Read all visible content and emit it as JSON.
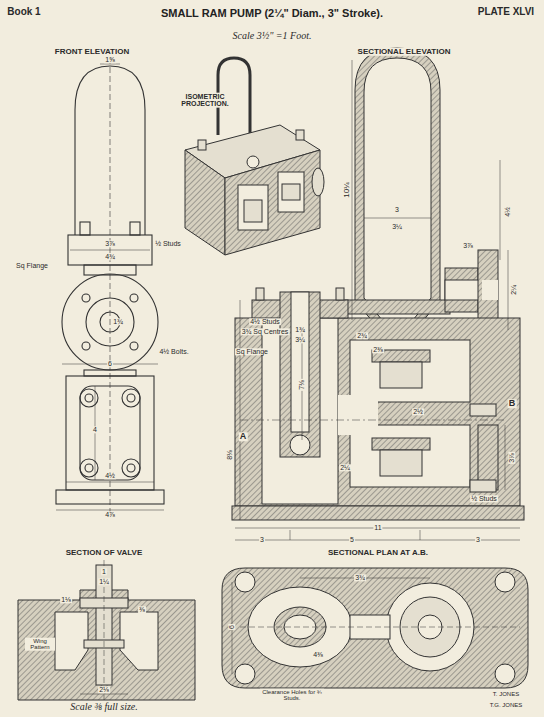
{
  "diagram": {
    "title": "SMALL RAM PUMP (2¼\" Diam., 3\" Stroke).",
    "labels": [
      "Book 1",
      "PLATE XLVI",
      "Scale 3½\" =1 Foot.",
      "FRONT ELEVATION",
      "ISOMETRIC PROJECTION.",
      "SECTIONAL ELEVATION",
      "1⅝",
      "3⅞",
      "½ Studs",
      "Sq Flange",
      "4¾",
      "1¾",
      "4½ Bolts.",
      "6",
      "4",
      "4½",
      "4⅞",
      "10¼",
      "3",
      "3¼",
      "4½",
      "3⅞",
      "2¼",
      "4½ Studs",
      "3¾ Sq Centres",
      "Sq Flange",
      "1¾",
      "3¼",
      "2¾",
      "2⅜",
      "7⅛",
      "2½",
      "B",
      "A",
      "8⅛",
      "3⅞",
      "½ Studs",
      "2¼",
      "11",
      "3",
      "5",
      "3",
      "SECTION OF VALVE",
      "1",
      "1¼",
      "1⅛",
      "⅜",
      "Wing Pattern",
      "2⅛",
      "Scale ⅜ full size.",
      "SECTIONAL PLAN AT A.B.",
      "3¾",
      "6",
      "4⅜",
      "Clearance Holes for ¾ Studs.",
      "T. JONES",
      "T.G. JONES"
    ]
  }
}
